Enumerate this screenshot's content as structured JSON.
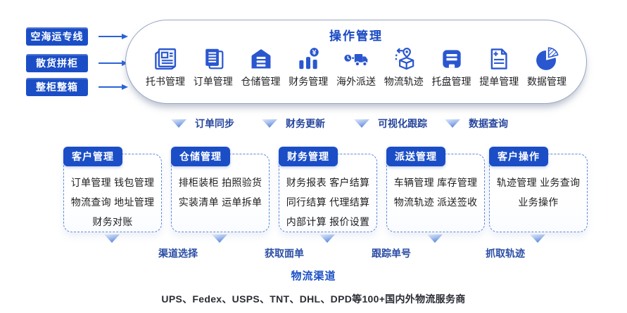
{
  "colors": {
    "primary_blue": "#1b4ec6",
    "icon_blue": "#2a57d0",
    "title_blue": "#1747c2",
    "label_navy": "#27469d",
    "dark_text": "#1d1d1f"
  },
  "sources": [
    "空海运专线",
    "散货拼柜",
    "整柜整箱"
  ],
  "operation": {
    "title": "操作管理",
    "modules": [
      {
        "label": "托书管理",
        "icon": "newspaper-icon"
      },
      {
        "label": "订单管理",
        "icon": "documents-icon"
      },
      {
        "label": "仓储管理",
        "icon": "warehouse-icon"
      },
      {
        "label": "财务管理",
        "icon": "finance-chart-icon"
      },
      {
        "label": "海外派送",
        "icon": "delivery-truck-icon"
      },
      {
        "label": "物流轨迹",
        "icon": "package-tracking-icon"
      },
      {
        "label": "托盘管理",
        "icon": "pallet-icon"
      },
      {
        "label": "提单管理",
        "icon": "bill-of-lading-icon"
      },
      {
        "label": "数据管理",
        "icon": "pie-chart-icon"
      }
    ]
  },
  "sync_labels": [
    "订单同步",
    "财务更新",
    "可视化跟踪",
    "数据查询"
  ],
  "groups": [
    {
      "title": "客户管理",
      "lines": [
        "订单管理 钱包管理",
        "物流查询 地址管理",
        "财务对账"
      ]
    },
    {
      "title": "仓储管理",
      "lines": [
        "排柜装柜 拍照验货",
        "实装清单 运单拆单"
      ]
    },
    {
      "title": "财务管理",
      "lines": [
        "财务报表 客户结算",
        "同行结算 代理结算",
        "内部计算 报价设置"
      ]
    },
    {
      "title": "派送管理",
      "lines": [
        "车辆管理 库存管理",
        "物流轨迹 派送签收"
      ]
    },
    {
      "title": "客户操作",
      "lines": [
        "轨迹管理 业务查询",
        "业务操作"
      ]
    }
  ],
  "channel_labels": [
    "渠道选择",
    "获取面单",
    "跟踪单号",
    "抓取轨迹"
  ],
  "footer": {
    "title": "物流渠道",
    "providers": "UPS、Fedex、USPS、TNT、DHL、DPD等100+国内外物流服务商"
  }
}
